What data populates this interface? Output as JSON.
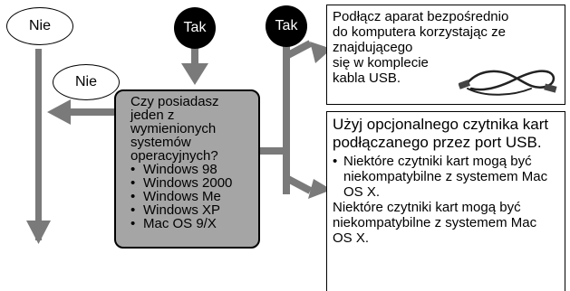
{
  "nodes": {
    "nie_top": "Nie",
    "nie_mid": "Nie",
    "tak_left": "Tak",
    "tak_right": "Tak"
  },
  "question": {
    "text": "Czy posiadasz jeden z wymienionych systemów operacyjnych?",
    "systems": [
      "Windows 98",
      "Windows 2000",
      "Windows Me",
      "Windows XP",
      "Mac OS 9/X"
    ]
  },
  "option_usb_cable": {
    "text_line1": "Podłącz aparat bezpośrednio",
    "text_line2": "do komputera korzystając ze",
    "text_line3": "znajdującego",
    "text_line4": "się w komplecie",
    "text_line5": "kabla USB.",
    "illustration": "usb-cable-icon"
  },
  "option_card_reader": {
    "text": "Użyj opcjonalnego czytnika kart podłączanego przez port USB.",
    "bullet": "Niektóre czytniki kart mogą być niekompatybilne z systemem Mac OS X.",
    "note": "Niektóre czytniki kart mogą być niekompatybilne z systemem Mac OS X."
  },
  "colors": {
    "arrow": "#7a7a7a",
    "question_fill": "#a5a5a5",
    "tak_fill": "#000000"
  }
}
